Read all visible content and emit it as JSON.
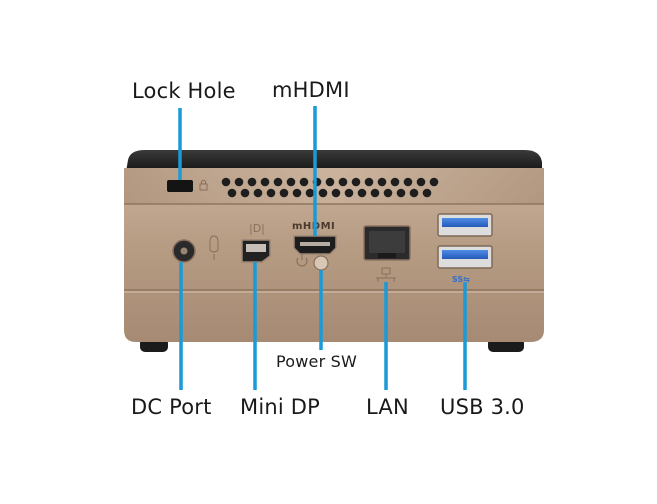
{
  "labels": {
    "lock_hole": "Lock Hole",
    "mhdmi": "mHDMI",
    "power_sw": "Power SW",
    "dc_port": "DC Port",
    "mini_dp": "Mini DP",
    "lan": "LAN",
    "usb3": "USB 3.0"
  },
  "port_markings": {
    "mhdmi_marking": "mHDMI",
    "minidp_marking": "|D|"
  },
  "colors": {
    "callout_line": "#1a9ad6",
    "chassis_gold": "#bfa489",
    "top_cover": "#2a2a2a",
    "usb_blue": "#2f6fd0"
  }
}
